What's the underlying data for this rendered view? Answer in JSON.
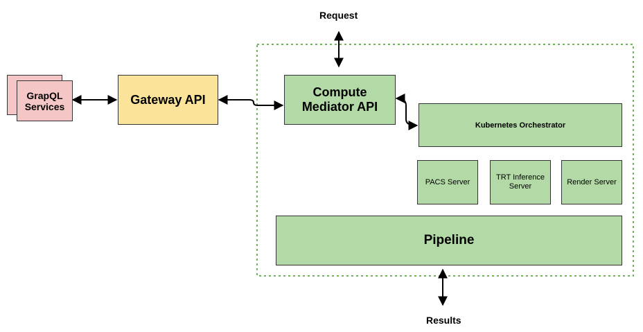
{
  "diagram": {
    "request_label": "Request",
    "results_label": "Results",
    "graphql_services": "GrapQL\nServices",
    "gateway_api": "Gateway API",
    "compute_mediator_api": "Compute\nMediator API",
    "kubernetes_orchestrator": "Kubernetes Orchestrator",
    "pacs_server": "PACS Server",
    "trt_inference_server": "TRT Inference\nServer",
    "render_server": "Render Server",
    "pipeline": "Pipeline",
    "colors": {
      "green": "#b3d9a6",
      "yellow": "#fbe49a",
      "pink": "#f5c6c6",
      "container_border": "#6fb35a"
    }
  }
}
